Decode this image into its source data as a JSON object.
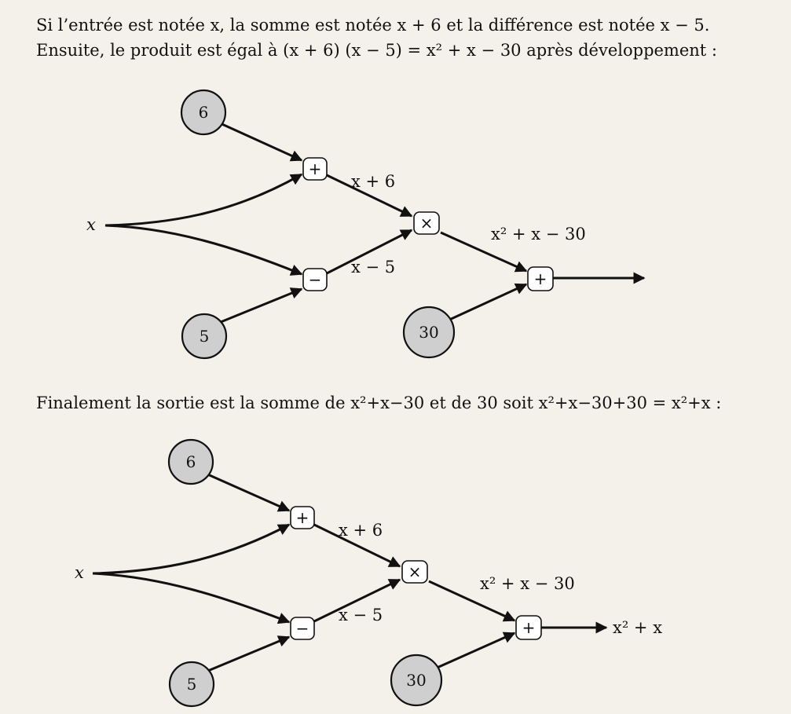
{
  "text": {
    "line1": "Si l’entrée est notée x, la somme est notée x + 6 et la différence est notée x − 5.",
    "line2": "Ensuite, le produit est égal à (x + 6) (x − 5) = x² + x − 30 après développement :",
    "line3": "Finalement la sortie est la somme de x²+x−30 et de 30 soit x²+x−30+30 = x²+x :"
  },
  "diagram1": {
    "input": "x",
    "n6": "6",
    "n5": "5",
    "n30": "30",
    "op_plus": "+",
    "op_minus": "−",
    "op_times": "×",
    "op_plus2": "+",
    "lbl_sum": "x + 6",
    "lbl_diff": "x − 5",
    "lbl_prod": "x² + x − 30"
  },
  "diagram2": {
    "input": "x",
    "n6": "6",
    "n5": "5",
    "n30": "30",
    "op_plus": "+",
    "op_minus": "−",
    "op_times": "×",
    "op_plus2": "+",
    "lbl_sum": "x + 6",
    "lbl_diff": "x − 5",
    "lbl_prod": "x² + x − 30",
    "output": "x² + x"
  }
}
